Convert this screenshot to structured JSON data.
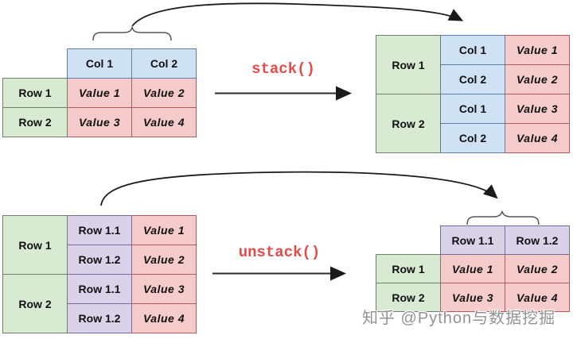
{
  "labels": {
    "stack": "stack()",
    "unstack": "unstack()"
  },
  "watermark": "知乎 @Python与数据挖掘",
  "colors": {
    "code_red": "#e64b4b",
    "arrow_black": "#2b2b2b",
    "brace_gray": "#555555",
    "green_fill": "#d9ead3",
    "green_border": "#6f7f6c",
    "blue_fill": "#cfe2f3",
    "blue_border": "#5c7ea9",
    "purple_fill": "#d9d2e9",
    "purple_border": "#776b99",
    "pink_fill": "#f5cbcb",
    "pink_border": "#b35b5b"
  },
  "tables": {
    "top_left": {
      "col_headers": [
        "Col 1",
        "Col 2"
      ],
      "row_headers": [
        "Row 1",
        "Row 2"
      ],
      "values": [
        [
          "Value 1",
          "Value 2"
        ],
        [
          "Value 3",
          "Value 4"
        ]
      ]
    },
    "top_right": {
      "row_headers": [
        "Row 1",
        "Row 2"
      ],
      "sub_headers": [
        "Col 1",
        "Col 2",
        "Col 1",
        "Col 2"
      ],
      "values": [
        "Value 1",
        "Value 2",
        "Value 3",
        "Value 4"
      ]
    },
    "bottom_left": {
      "row_headers": [
        "Row 1",
        "Row 2"
      ],
      "sub_headers": [
        "Row 1.1",
        "Row 1.2",
        "Row 1.1",
        "Row 1.2"
      ],
      "values": [
        "Value 1",
        "Value 2",
        "Value 3",
        "Value 4"
      ]
    },
    "bottom_right": {
      "col_headers": [
        "Row 1.1",
        "Row 1.2"
      ],
      "row_headers": [
        "Row 1",
        "Row 2"
      ],
      "values": [
        [
          "Value 1",
          "Value 2"
        ],
        [
          "Value 3",
          "Value 4"
        ]
      ]
    }
  }
}
